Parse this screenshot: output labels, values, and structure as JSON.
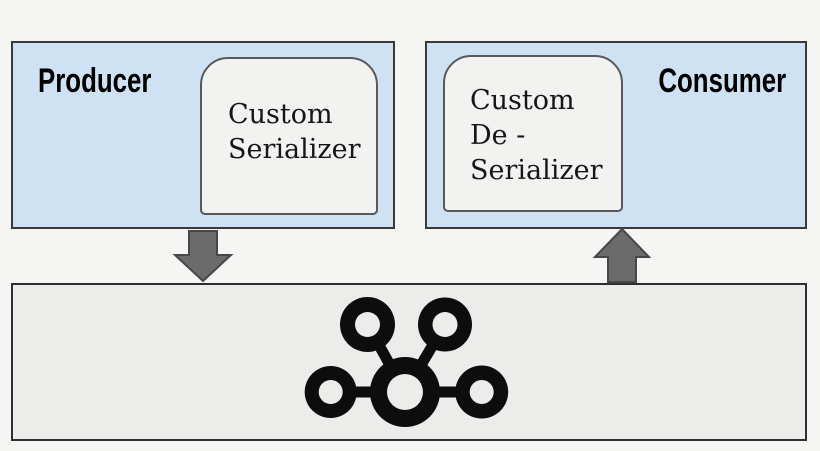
{
  "diagram": {
    "producer": {
      "label": "Producer",
      "serializer_lines": [
        "Custom",
        "Serializer"
      ]
    },
    "consumer": {
      "label": "Consumer",
      "deserializer_lines": [
        "Custom",
        "De -",
        "Serializer"
      ]
    },
    "broker": {
      "icon": "kafka-logo-icon"
    },
    "icons": {
      "producer_to_broker": "arrow-down-icon",
      "broker_to_consumer": "arrow-up-icon"
    },
    "colors": {
      "background": "#f5f5f4",
      "client_box_fill": "#cfe2f3",
      "client_box_border": "#3a3a3c",
      "inner_box_fill": "#f2f2f1",
      "inner_box_border": "#59595b",
      "broker_fill": "#ececeb",
      "broker_border": "#2f2f2f",
      "arrow_fill": "#6b6b6b",
      "arrow_stroke": "#474747",
      "kafka_icon": "#0d0d0d",
      "label_text": "#000000"
    }
  }
}
